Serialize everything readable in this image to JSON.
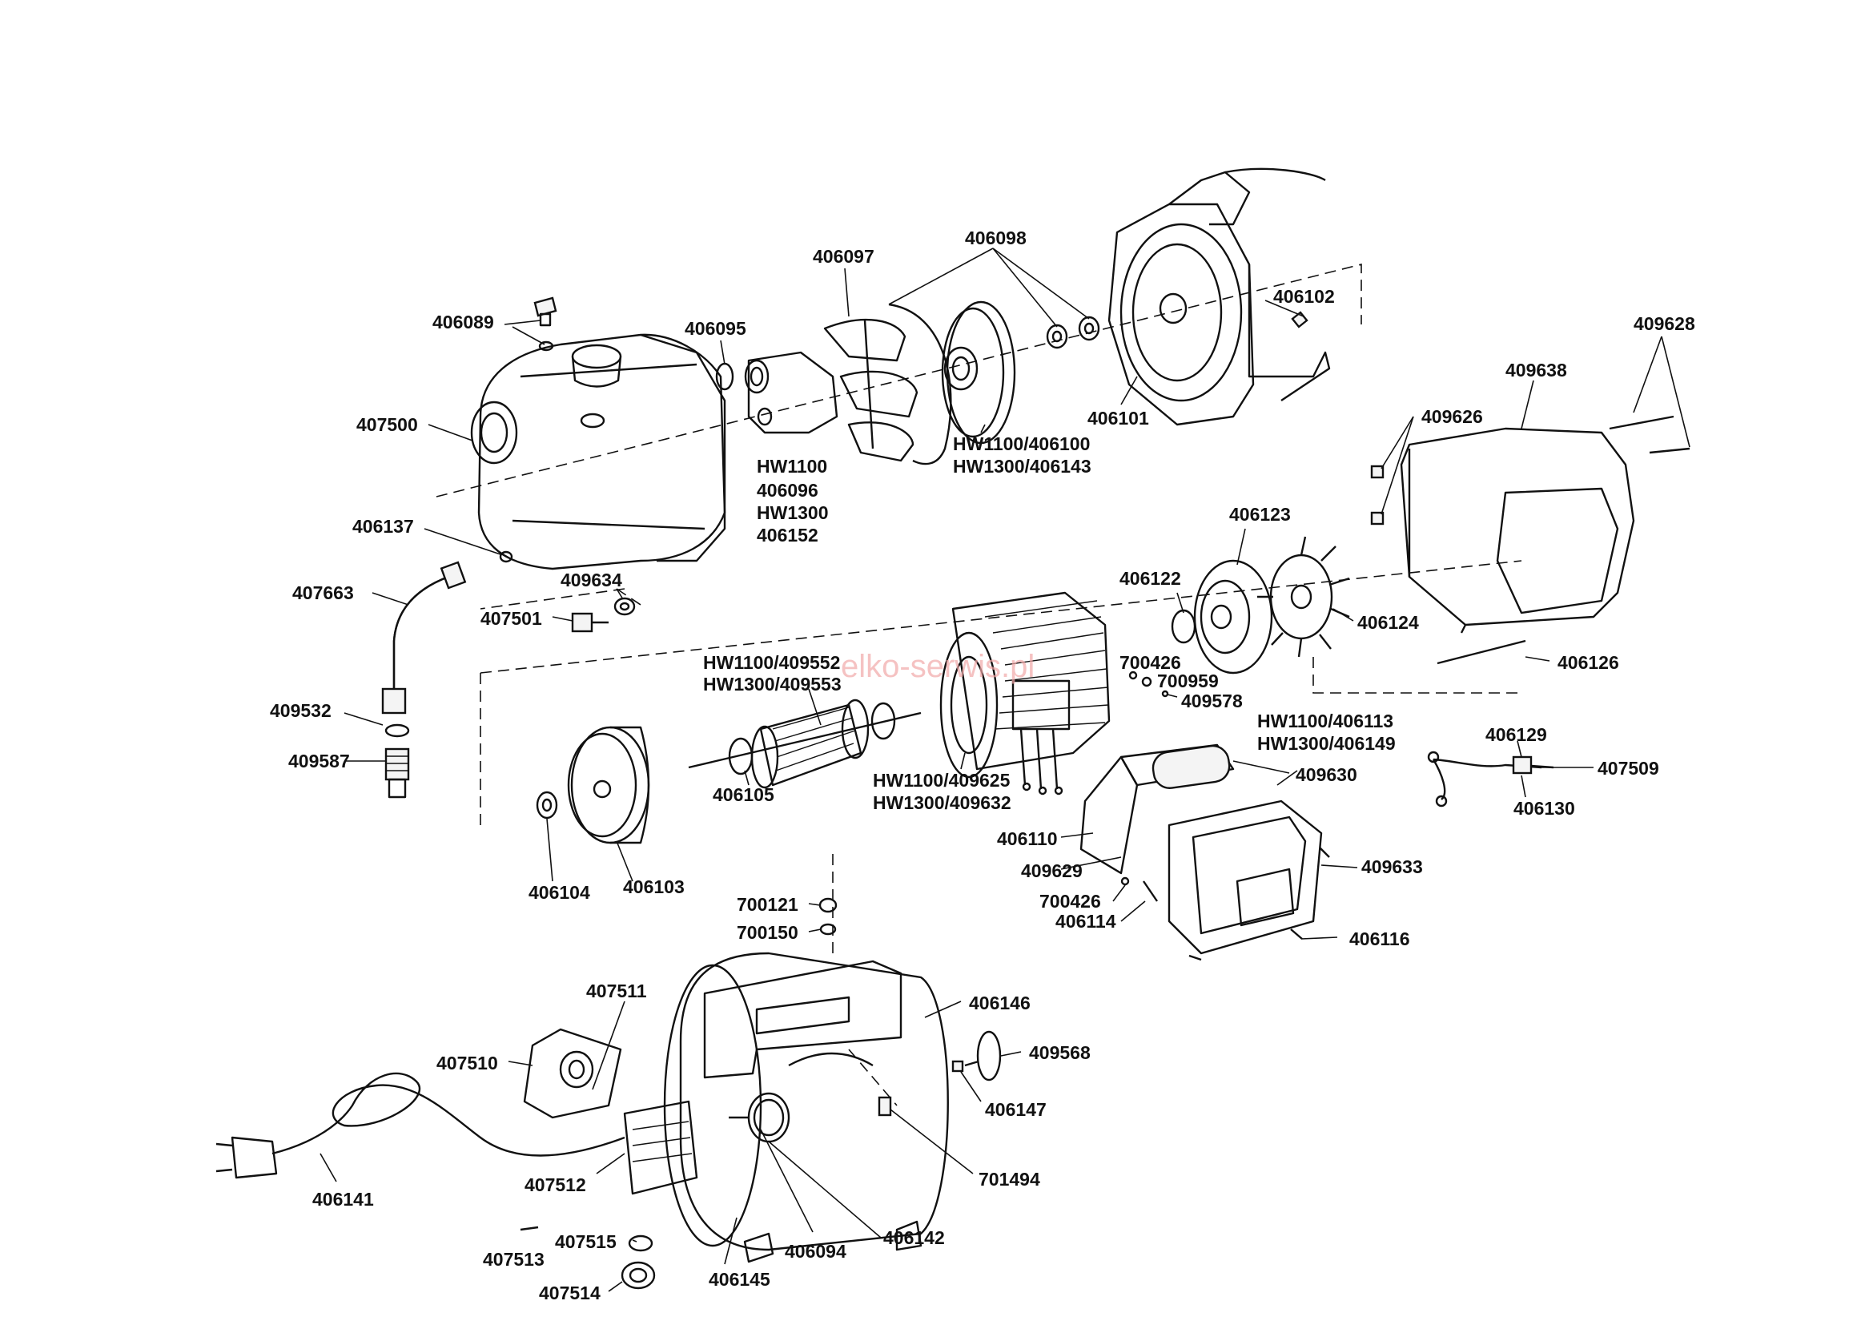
{
  "watermark": "elko-serwis.pl",
  "labels": {
    "406089": "406089",
    "407500": "407500",
    "406137": "406137",
    "407663": "407663",
    "409634": "409634",
    "407501": "407501",
    "409532": "409532",
    "409587": "409587",
    "406095": "406095",
    "406097": "406097",
    "hw1100_a": "HW1100",
    "406096": "406096",
    "hw1300_a": "HW1300",
    "406152": "406152",
    "406098": "406098",
    "hw1100_406100": "HW1100/406100",
    "hw1300_406143": "HW1300/406143",
    "406102": "406102",
    "406101": "406101",
    "409628": "409628",
    "409638": "409638",
    "409626": "409626",
    "406123": "406123",
    "406122": "406122",
    "406124": "406124",
    "406126": "406126",
    "700426_a": "700426",
    "700959": "700959",
    "409578": "409578",
    "hw1100_409552": "HW1100/409552",
    "hw1300_409553": "HW1300/409553",
    "406105": "406105",
    "hw1100_409625": "HW1100/409625",
    "hw1300_409632": "HW1300/409632",
    "hw1100_406113": "HW1100/406113",
    "hw1300_406149": "HW1300/406149",
    "409630": "409630",
    "406129": "406129",
    "407509": "407509",
    "406130": "406130",
    "406110": "406110",
    "409629": "409629",
    "700426_b": "700426",
    "406114": "406114",
    "409633": "409633",
    "406116": "406116",
    "406104": "406104",
    "406103": "406103",
    "700121": "700121",
    "700150": "700150",
    "407511": "407511",
    "406146": "406146",
    "407510": "407510",
    "409568": "409568",
    "406147": "406147",
    "701494": "701494",
    "406141": "406141",
    "407512": "407512",
    "407515": "407515",
    "407513": "407513",
    "406094": "406094",
    "406142": "406142",
    "406145": "406145",
    "407514": "407514"
  }
}
